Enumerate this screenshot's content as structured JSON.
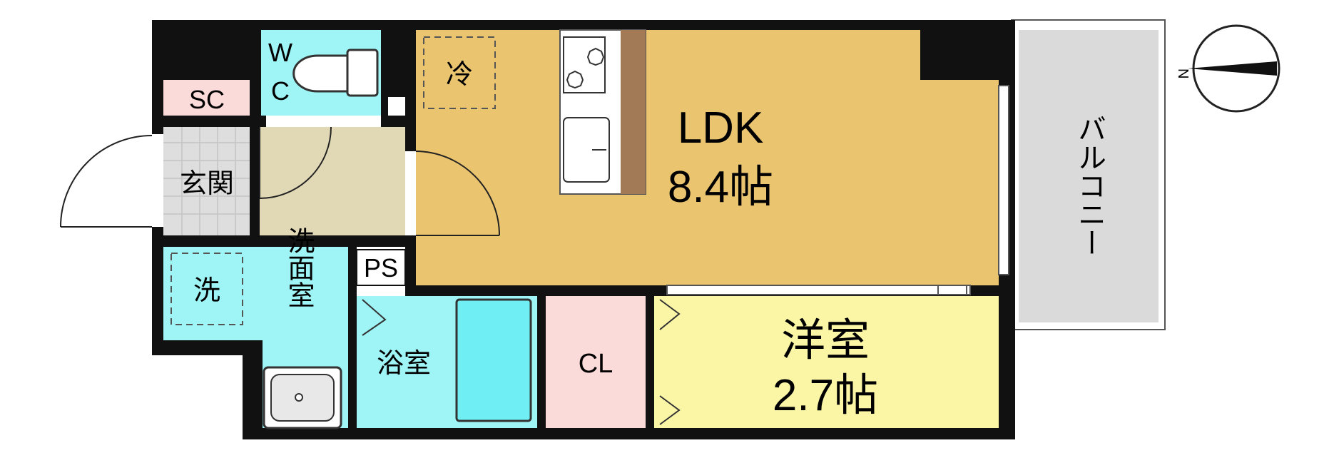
{
  "rooms": {
    "ldk": {
      "name": "LDK",
      "size": "8.4帖"
    },
    "western": {
      "name": "洋室",
      "size": "2.7帖"
    },
    "entrance": "玄関",
    "washroom": "洗面室",
    "bath": "浴室",
    "closet": "CL",
    "shoe_cabinet": "SC",
    "pipe_space": "PS",
    "toilet": {
      "line1": "W",
      "line2": "C"
    },
    "balcony": "バルコニー"
  },
  "fixtures": {
    "refrigerator": "冷",
    "washer": "洗"
  },
  "compass": {
    "letter": "N"
  },
  "colors": {
    "wall": "#111111",
    "ldk": "#EAC46F",
    "western": "#FBF6A6",
    "wet_area": "#9FF4F6",
    "closet": "#FBDADA",
    "hall": "#E1D8B6",
    "entrance_tile": "#DEDEDE",
    "balcony": "#DADADA",
    "counter": "#A27A55",
    "bath_tub": "#6FEFF3"
  }
}
